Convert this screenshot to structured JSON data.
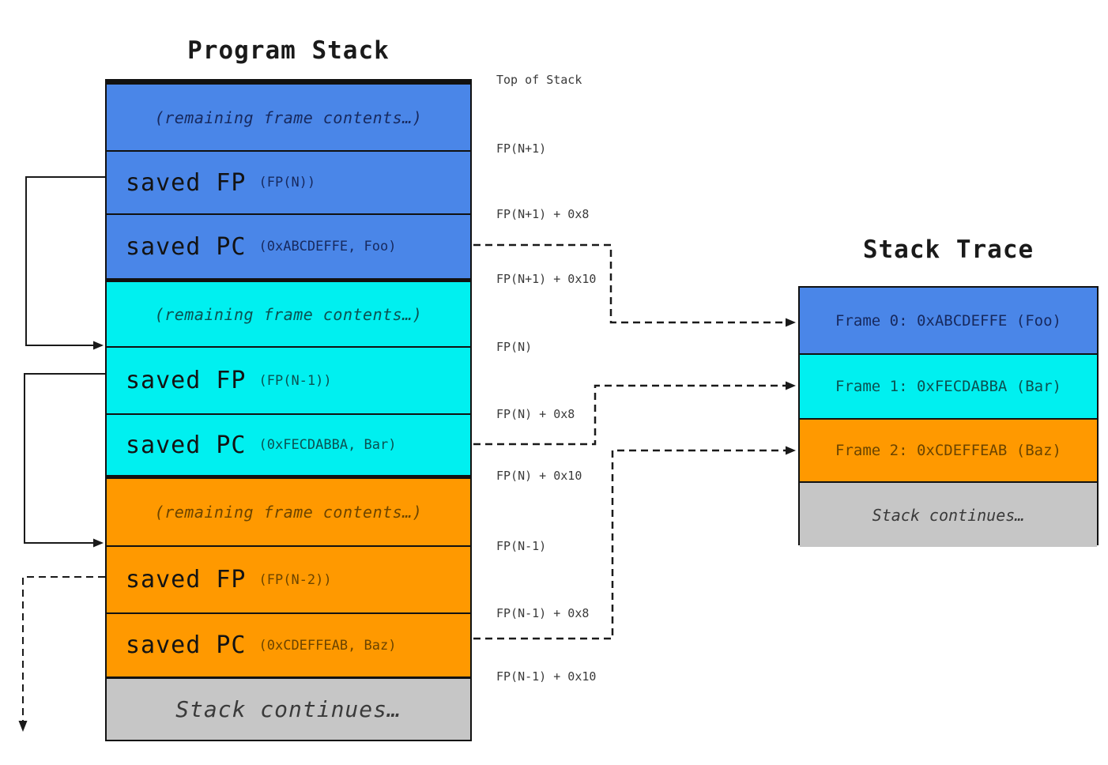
{
  "program_stack": {
    "title": "Program Stack",
    "frames": [
      {
        "name": "frame-n-plus-1",
        "remaining_label": "(remaining frame contents…)",
        "saved_fp": {
          "label": "saved FP",
          "sub": "(FP(N))"
        },
        "saved_pc": {
          "label": "saved PC",
          "sub": "(0xABCDEFFE, Foo)"
        }
      },
      {
        "name": "frame-n",
        "remaining_label": "(remaining frame contents…)",
        "saved_fp": {
          "label": "saved FP",
          "sub": "(FP(N-1))"
        },
        "saved_pc": {
          "label": "saved PC",
          "sub": "(0xFECDABBA, Bar)"
        }
      },
      {
        "name": "frame-n-minus-1",
        "remaining_label": "(remaining frame contents…)",
        "saved_fp": {
          "label": "saved FP",
          "sub": "(FP(N-2))"
        },
        "saved_pc": {
          "label": "saved PC",
          "sub": "(0xCDEFFEAB, Baz)"
        }
      }
    ],
    "footer": "Stack continues…"
  },
  "address_labels": {
    "items": [
      "Top of Stack",
      "FP(N+1)",
      "FP(N+1) + 0x8",
      "FP(N+1) + 0x10",
      "FP(N)",
      "FP(N) + 0x8",
      "FP(N) + 0x10",
      "FP(N-1)",
      "FP(N-1) + 0x8",
      "FP(N-1) + 0x10"
    ]
  },
  "stack_trace": {
    "title": "Stack Trace",
    "frames": [
      {
        "label": "Frame 0: 0xABCDEFFE (Foo)"
      },
      {
        "label": "Frame 1: 0xFECDABBA (Bar)"
      },
      {
        "label": "Frame 2: 0xCDEFFEAB (Baz)"
      },
      {
        "label": "Stack continues…"
      }
    ]
  },
  "colors": {
    "blue": "#4a86e8",
    "blue_dark": "#17295e",
    "cyan": "#00f0f0",
    "cyan_dark": "#0b5151",
    "orange": "#ff9900",
    "orange_dark": "#6b4400",
    "gray": "#c6c6c6",
    "gray_dark": "#3a3a3a",
    "line": "#1a1a1a"
  }
}
